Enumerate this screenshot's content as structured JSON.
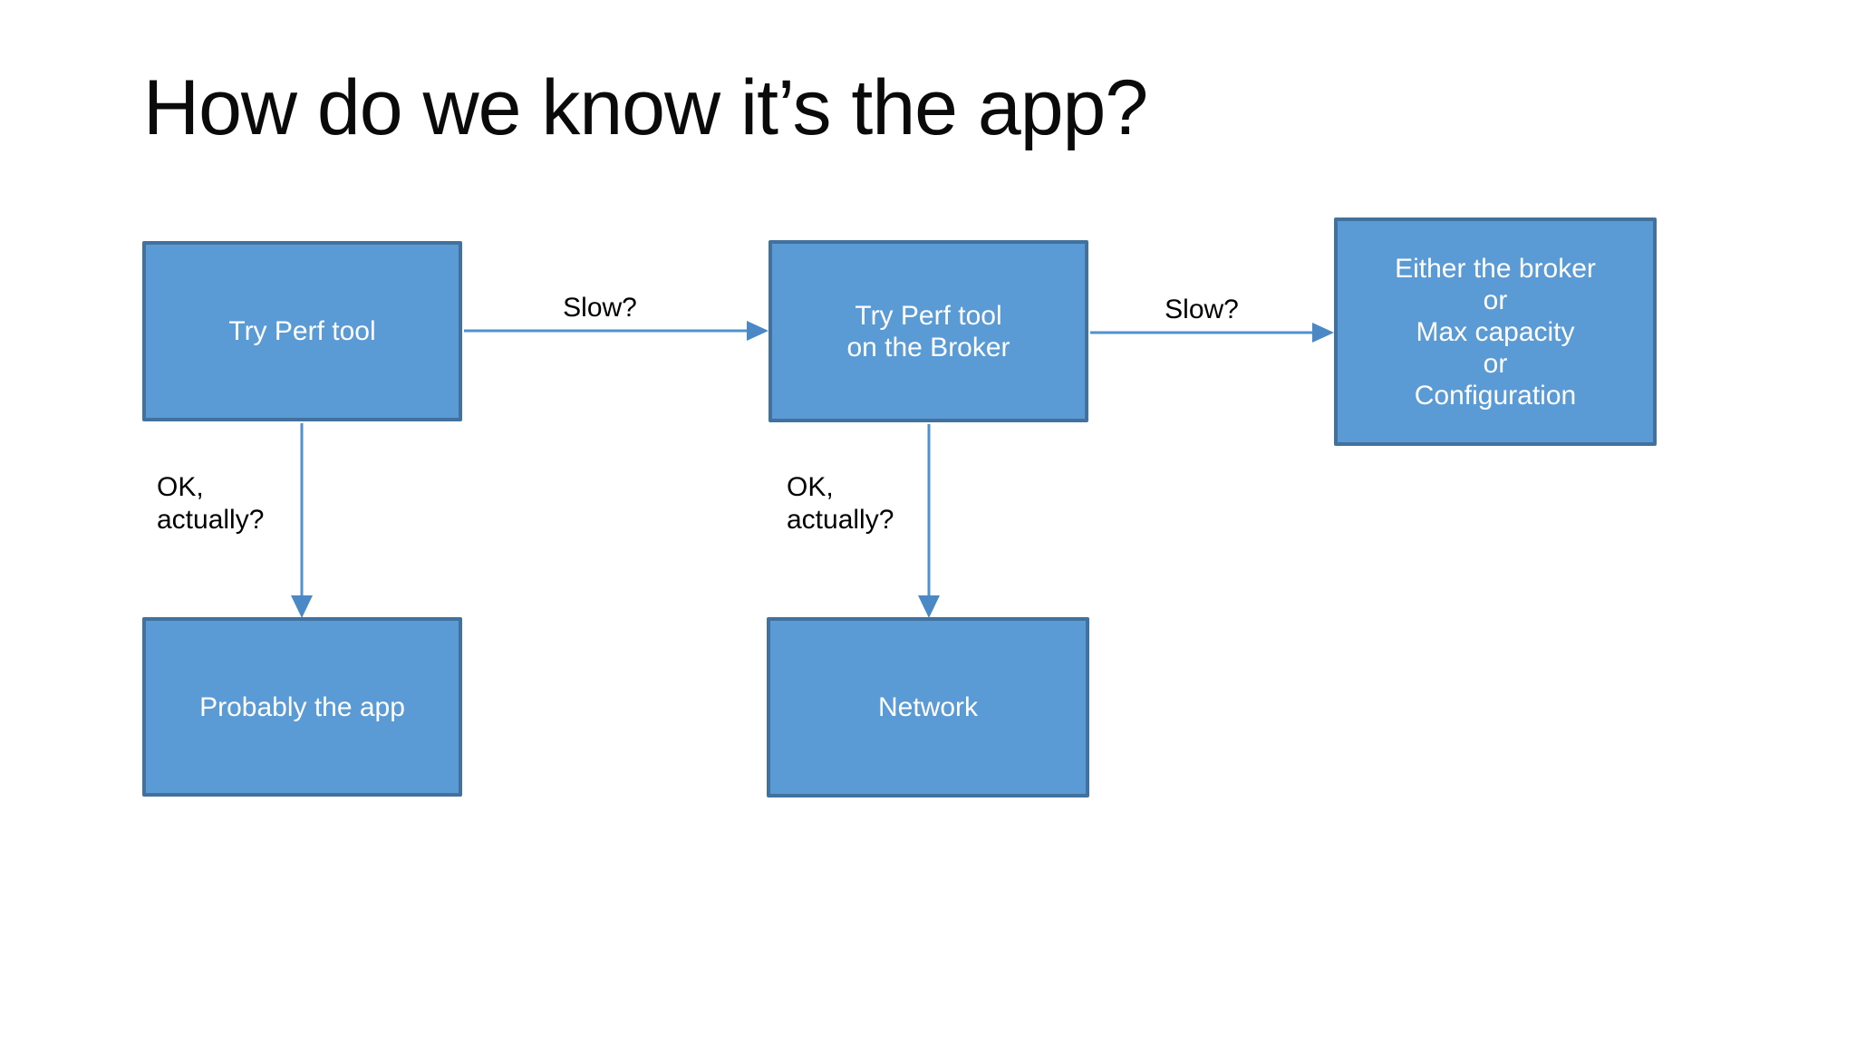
{
  "slide": {
    "title": "How do we know it’s the app?"
  },
  "colors": {
    "background": "#ffffff",
    "title_text": "#0a0a0a",
    "box_fill": "#5b9bd5",
    "box_border": "#41719c",
    "box_text": "#ffffff",
    "arrow": "#4f92d2",
    "edge_label_text": "#000000"
  },
  "diagram": {
    "type": "flowchart",
    "nodes": [
      {
        "id": "try-perf-tool",
        "label": "Try Perf tool"
      },
      {
        "id": "try-perf-tool-on-broker",
        "label": "Try Perf tool\non the Broker"
      },
      {
        "id": "either-broker-max-capacity-config",
        "label": "Either the broker\nor\nMax capacity\nor\nConfiguration"
      },
      {
        "id": "probably-the-app",
        "label": "Probably the app"
      },
      {
        "id": "network",
        "label": "Network"
      }
    ],
    "edges": [
      {
        "from": "try-perf-tool",
        "to": "try-perf-tool-on-broker",
        "label": "Slow?",
        "direction": "right"
      },
      {
        "from": "try-perf-tool-on-broker",
        "to": "either-broker-max-capacity-config",
        "label": "Slow?",
        "direction": "right"
      },
      {
        "from": "try-perf-tool",
        "to": "probably-the-app",
        "label": "OK,\nactually?",
        "direction": "down"
      },
      {
        "from": "try-perf-tool-on-broker",
        "to": "network",
        "label": "OK,\nactually?",
        "direction": "down"
      }
    ]
  }
}
